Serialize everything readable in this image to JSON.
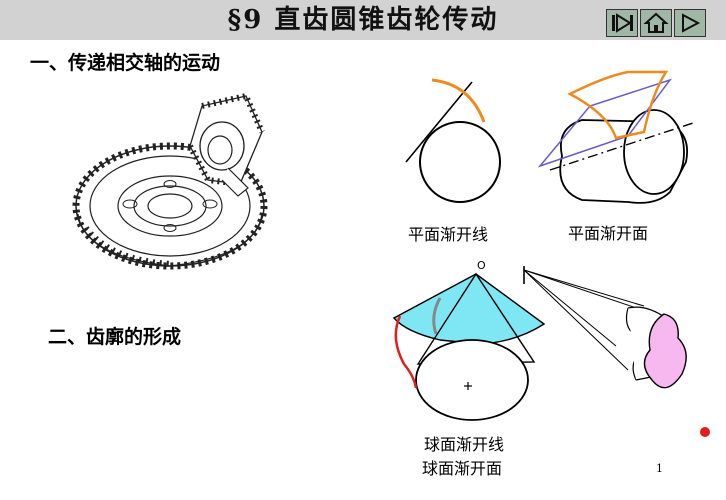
{
  "header": {
    "title": "§9  直齿圆锥齿轮传动",
    "nav": [
      {
        "name": "next-end-icon"
      },
      {
        "name": "home-icon"
      },
      {
        "name": "next-icon"
      }
    ]
  },
  "sections": {
    "one": "一、传递相交轴的运动",
    "two": "二、齿廓的形成"
  },
  "captions": {
    "planar_involute": "平面渐开线",
    "planar_involute_surface": "平面渐开面",
    "spherical_involute": "球面渐开线",
    "spherical_involute_surface": "球面渐开面",
    "apex": "O"
  },
  "page_number": "1",
  "colors": {
    "header_bg": "#d2d2d2",
    "orange": "#f08a1c",
    "cone_fill": "#7fe7f3",
    "pink_fill": "#f6b8ee",
    "red": "#e51c1c",
    "purple": "#6a5acd"
  }
}
